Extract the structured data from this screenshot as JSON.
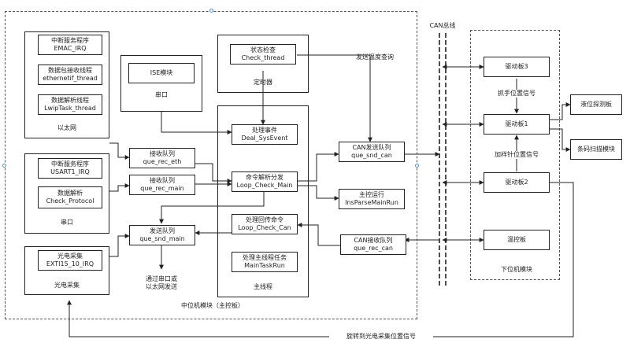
{
  "host": {
    "title": "中位机模块（主控板）",
    "ethernet": {
      "label": "以太网",
      "irq": [
        "中断服务程序",
        "EMAC_IRQ"
      ],
      "recv_thread": [
        "数据包接收线程",
        "ethernetif_thread"
      ],
      "parse_thread": [
        "数据解析线程",
        "LwipTask_thread"
      ]
    },
    "serial_port": {
      "label": "串口",
      "irq": [
        "中断服务程序",
        "USART1_IRQ"
      ],
      "parse": [
        "数据解析",
        "Check_Protocol"
      ]
    },
    "photo": {
      "label": "光电采集",
      "irq": [
        "光电采集",
        "EXTI15_10_IRQ"
      ]
    },
    "serial_ise": {
      "label": "串口",
      "module": "ISE模块"
    },
    "timer": {
      "label": "定时器",
      "status_check": [
        "状态检查",
        "Check_thread"
      ]
    },
    "queues": {
      "rec_eth": [
        "接收队列",
        "que_rec_eth"
      ],
      "rec_main": [
        "接收队列",
        "que_rec_main"
      ],
      "snd_main": [
        "发送队列",
        "que_snd_main"
      ]
    },
    "main_thread": {
      "label": "主线程",
      "deal_event": [
        "处理事件",
        "Deal_SysEvent"
      ],
      "loop_check_main": [
        "命令解析分发",
        "Loop_Check_Main"
      ],
      "loop_check_can": [
        "处理回传命令",
        "Loop_Check_Can"
      ],
      "main_task": [
        "处理主线程任务",
        "MainTaskRun"
      ]
    },
    "can_send": [
      "CAN发送队列",
      "que_snd_can"
    ],
    "ins_parse": [
      "主控运行",
      "InsParseMainRun"
    ],
    "can_recv": [
      "CAN接收队列",
      "que_rec_can"
    ],
    "send_note": [
      "通过串口或",
      "以太网发送"
    ],
    "temp_query": "发送温度查询"
  },
  "can_bus": {
    "label": "CAN总线"
  },
  "lower": {
    "title": "下位机模块",
    "driver3": "驱动板3",
    "driver1": "驱动板1",
    "driver2": "驱动板2",
    "temp_board": "温控板",
    "gripper_signal": "抓手位置信号",
    "needle_signal": "加样针位置信号"
  },
  "liquid_board": "液位探测板",
  "barcode": "条码扫描模块",
  "rotate_signal": "旋转到光电采集位置信号"
}
